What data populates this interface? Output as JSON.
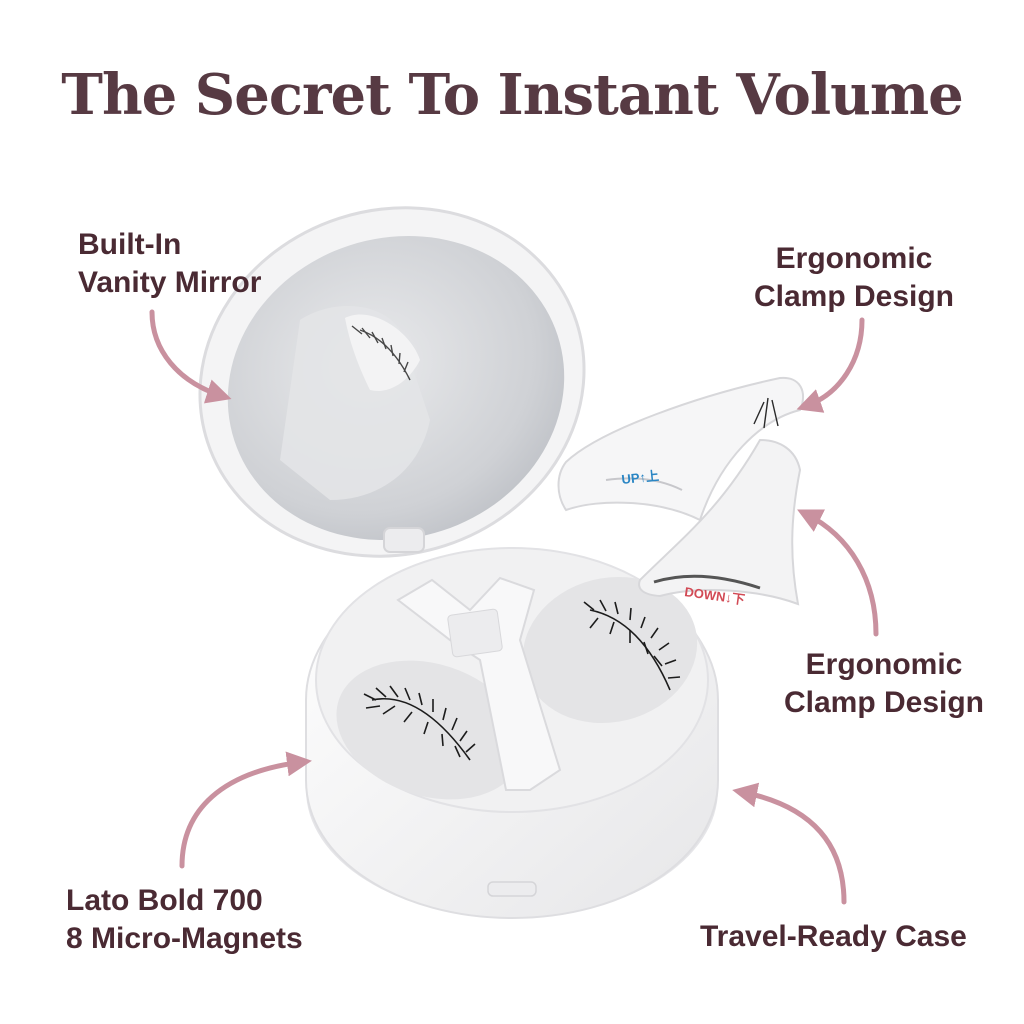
{
  "title": "The Secret To Instant Volume",
  "callouts": {
    "mirror": {
      "line1": "Built-In",
      "line2": "Vanity Mirror"
    },
    "clamp_top": {
      "line1": "Ergonomic",
      "line2": "Clamp Design"
    },
    "clamp_bottom": {
      "line1": "Ergonomic",
      "line2": "Clamp Design"
    },
    "magnets": {
      "line1": "Lato Bold 700",
      "line2": "8 Micro-Magnets"
    },
    "travel": {
      "line1": "Travel-Ready Case"
    }
  },
  "applicator_labels": {
    "up": "UP↑上",
    "down": "DOWN↓下"
  },
  "colors": {
    "title": "#573a43",
    "text": "#4a2a33",
    "arrow": "#c9919f",
    "case_white": "#f7f7f7",
    "case_shadow": "#d9d9dc",
    "up_label": "#2a86c4",
    "down_label": "#d24a55"
  }
}
